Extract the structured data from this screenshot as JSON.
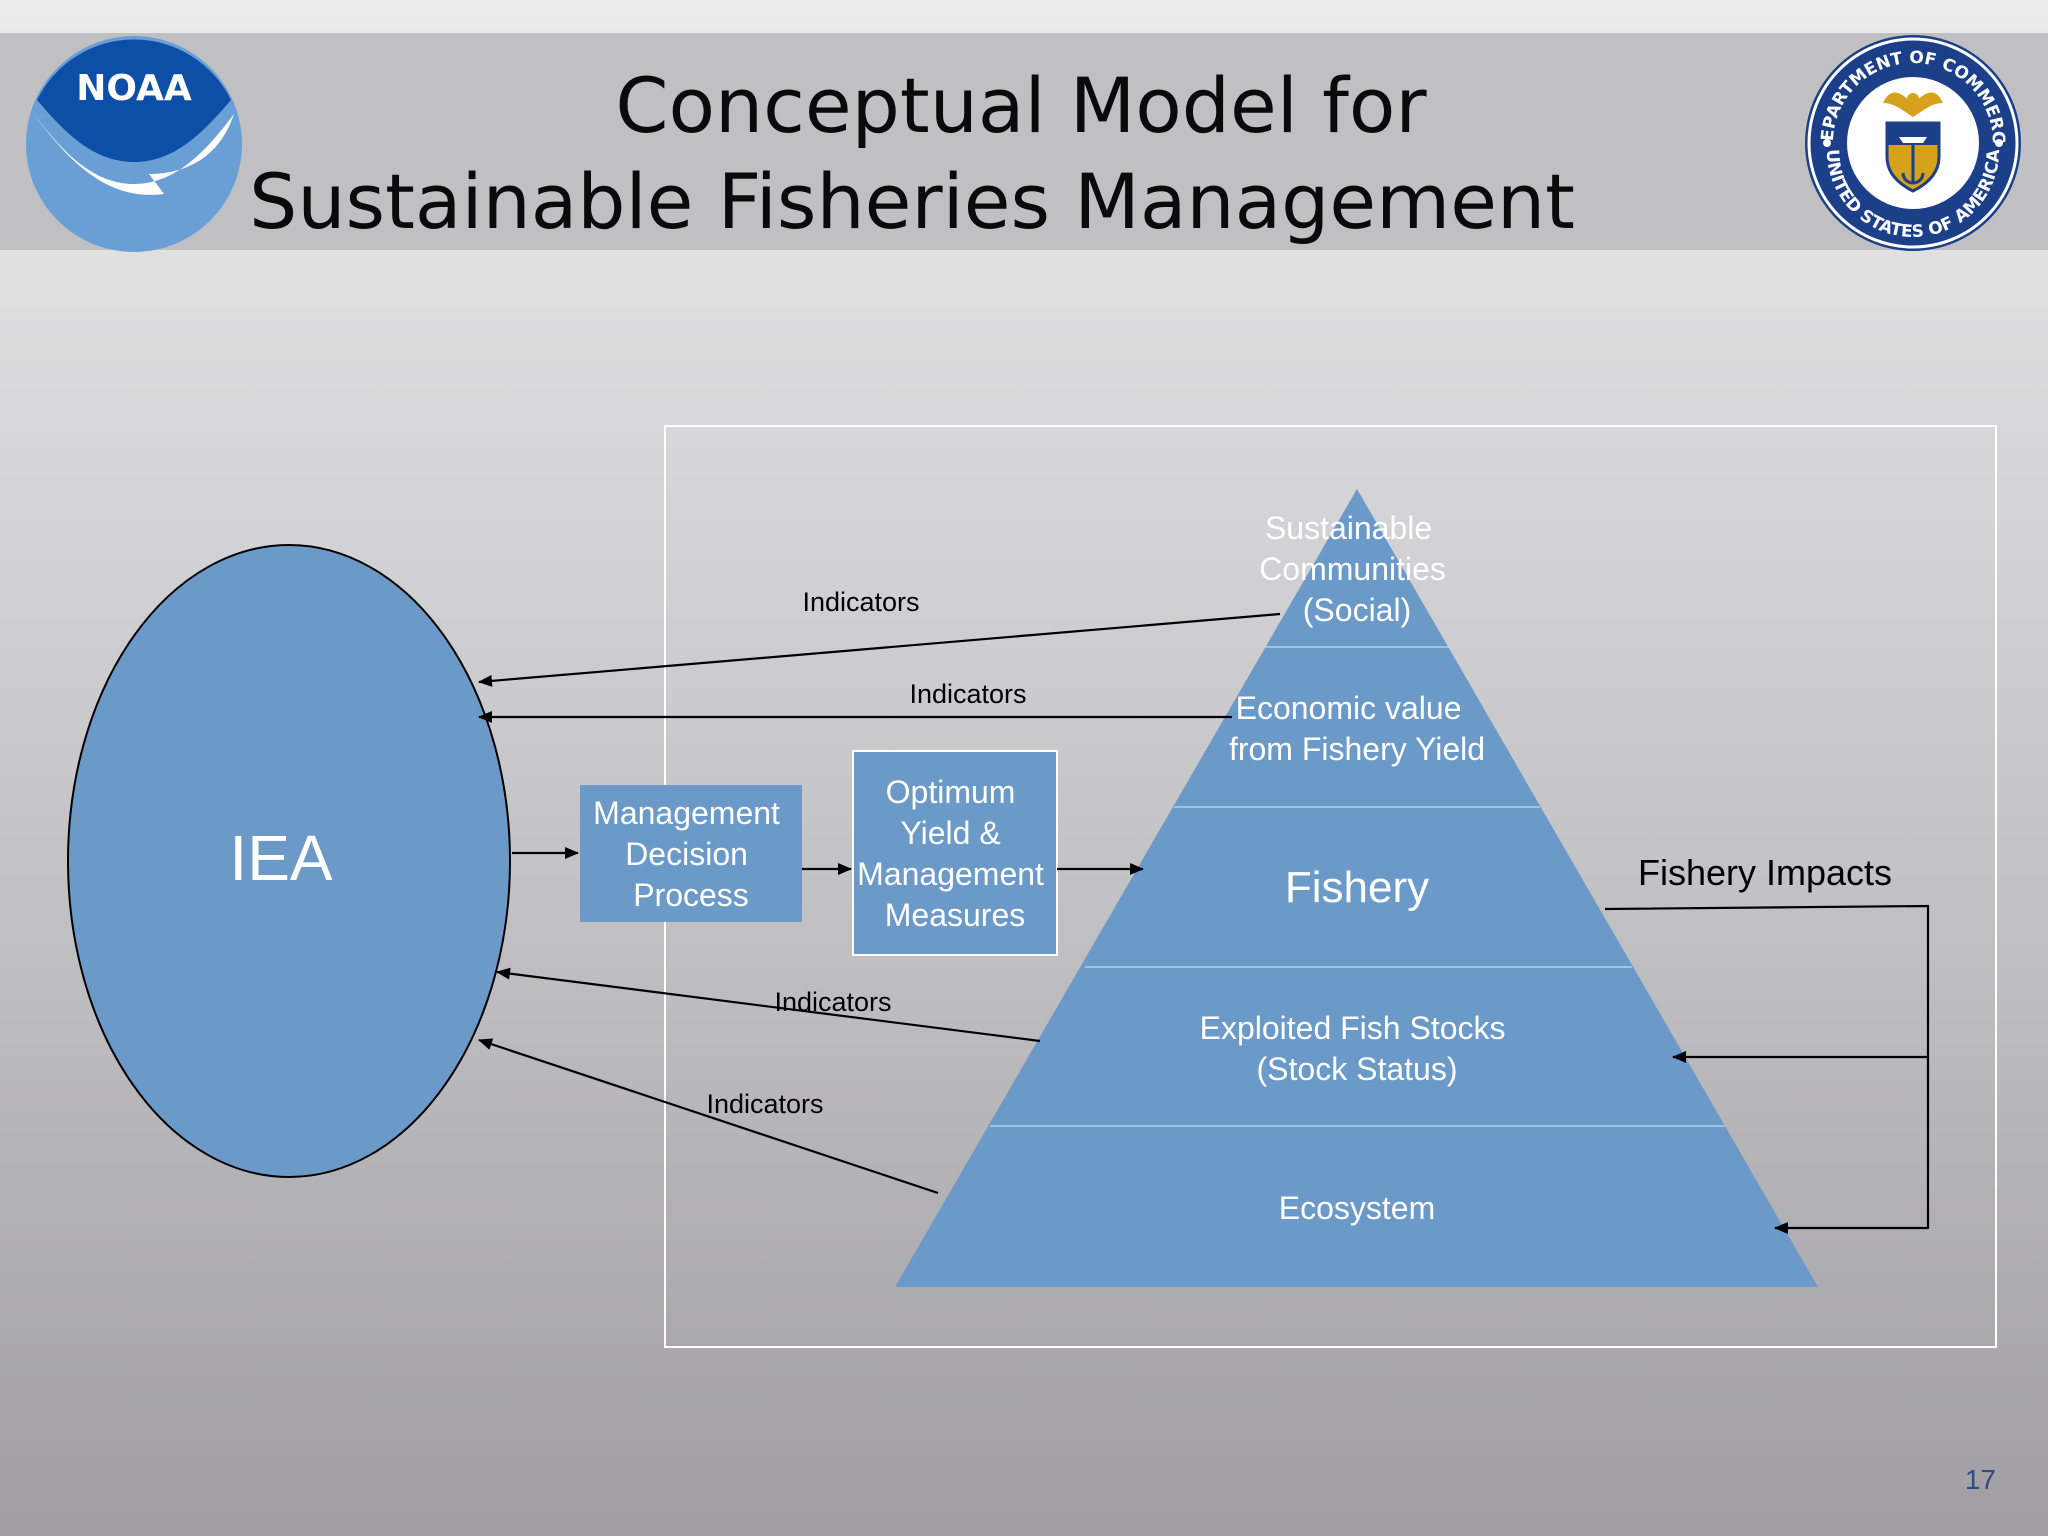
{
  "title": {
    "line1": "Conceptual Model for",
    "line2": "Sustainable Fisheries Management"
  },
  "logos": {
    "left_text": "NOAA",
    "right_ring_top": "DEPARTMENT OF COMMERCE",
    "right_ring_bottom": "UNITED STATES OF AMERICA"
  },
  "colors": {
    "shape_fill": "#6b9ac9",
    "noaa_dark": "#0d4ea6",
    "noaa_light": "#6a9fd6",
    "seal_gold": "#d6a21b",
    "seal_blue": "#1c3f8a"
  },
  "diagram": {
    "iea": "IEA",
    "management_decision": [
      "Management",
      "Decision",
      "Process"
    ],
    "optimum_yield": [
      "Optimum",
      "Yield &",
      "Management",
      "Measures"
    ],
    "pyramid": {
      "social": [
        "Sustainable",
        "Communities",
        "(Social)"
      ],
      "economic": [
        "Economic value",
        "from Fishery Yield"
      ],
      "fishery": "Fishery",
      "stocks": [
        "Exploited Fish Stocks",
        "(Stock Status)"
      ],
      "ecosystem": "Ecosystem"
    },
    "indicator_label": "Indicators",
    "fishery_impacts": "Fishery Impacts"
  },
  "page_number": "17"
}
